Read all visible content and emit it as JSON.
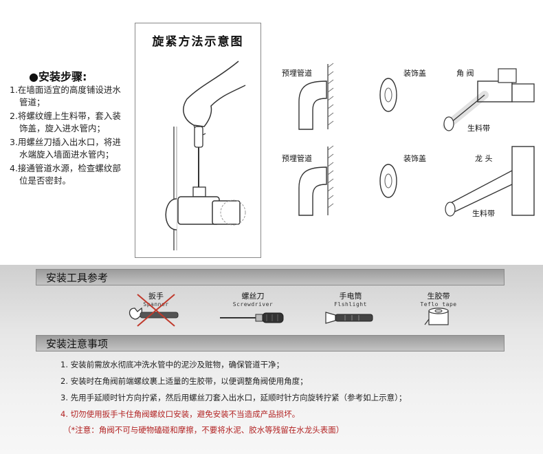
{
  "steps": {
    "title": "●安装步骤:",
    "items": [
      "1.在墙面适宜的高度铺设进水管道；",
      "2.将螺纹缠上生料带，套入装饰盖，旋入进水管内；",
      "3.用螺丝刀插入出水口，将进水端旋入墙面进水管内；",
      "4.接通管道水源，检查螺纹部位是否密封。"
    ]
  },
  "diagram": {
    "title": "旋紧方法示意图",
    "row1": {
      "pipe": "预埋管道",
      "cover": "装饰盖",
      "valve": "角 阀",
      "tape": "生料带"
    },
    "row2": {
      "pipe": "预埋管道",
      "cover": "装饰盖",
      "valve": "龙 头",
      "tape": "生料带"
    }
  },
  "tools": {
    "title": "安装工具参考",
    "items": [
      {
        "cn": "扳手",
        "en": "Spanner",
        "icon": "spanner-icon",
        "crossed": true
      },
      {
        "cn": "螺丝刀",
        "en": "Screwdriver",
        "icon": "screwdriver-icon",
        "crossed": false
      },
      {
        "cn": "手电筒",
        "en": "Flshlight",
        "icon": "flashlight-icon",
        "crossed": false
      },
      {
        "cn": "生胶带",
        "en": "Teflo tape",
        "icon": "tape-icon",
        "crossed": false
      }
    ]
  },
  "notes": {
    "title": "安装注意事项",
    "items": [
      "1. 安装前需放水彻底冲洗水管中的泥沙及赃物，确保管道干净；",
      "2. 安装时在角阀前端螺纹裹上适量的生胶带，以便调整角阀使用角度；",
      "3. 先用手延顺时针方向拧紧，然后用螺丝刀套入出水口，延顺时针方向旋转拧紧（参考如上示意）；",
      "4. 切勿使用扳手卡住角阀螺纹口安装，避免安装不当造成产品损坏。",
      "（*注意：角阀不可与硬物磕碰和摩擦，不要将水泥、胶水等残留在水龙头表面）"
    ]
  },
  "colors": {
    "warning": "#b22222",
    "cross": "#c0392b",
    "bar": "#a8a8a8"
  }
}
